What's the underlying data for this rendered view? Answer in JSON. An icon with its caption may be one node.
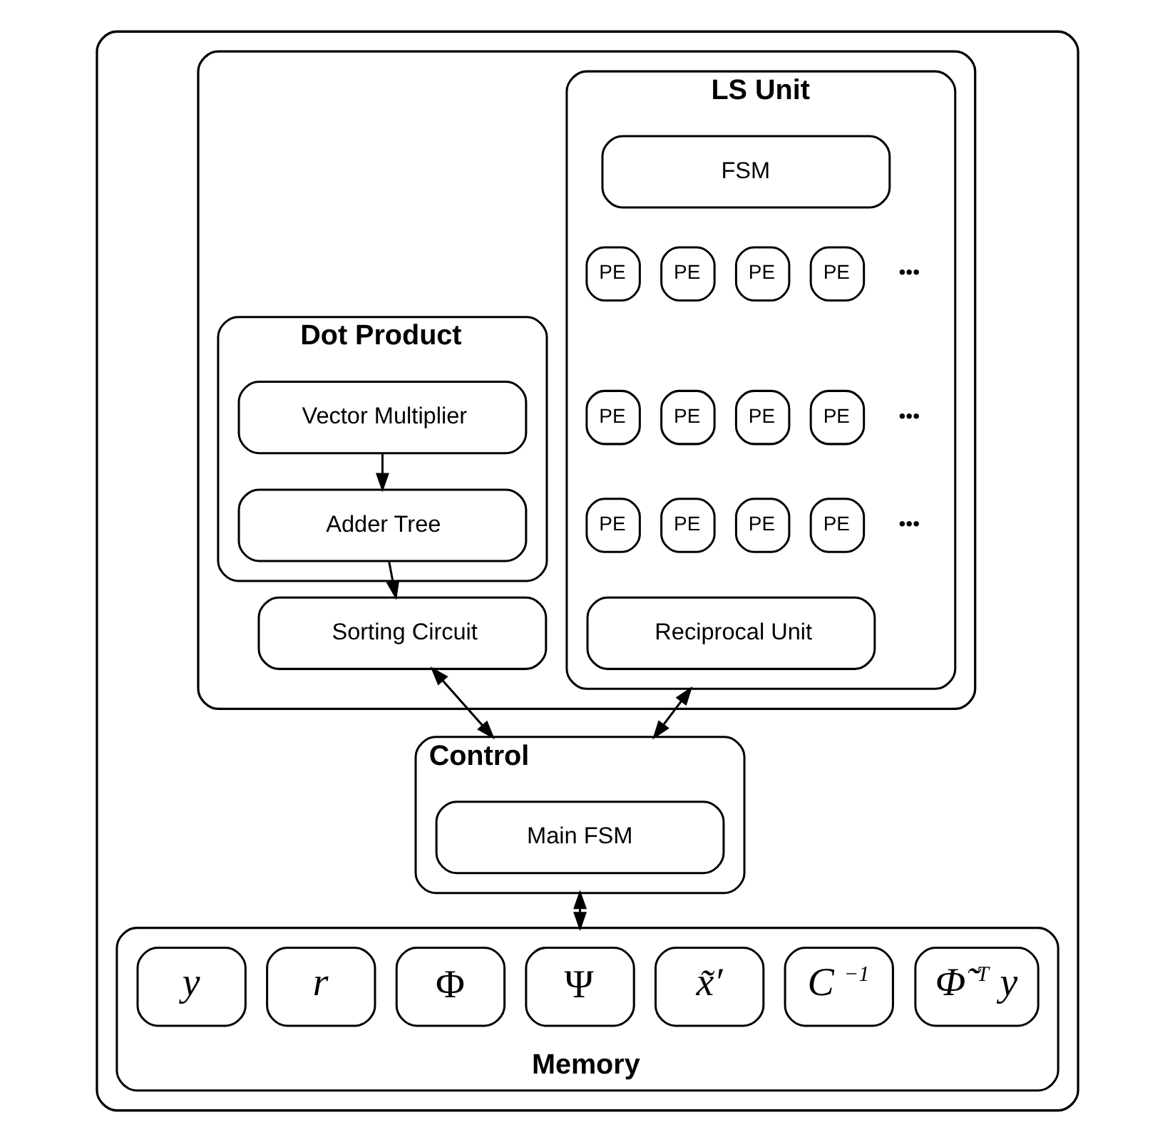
{
  "diagram": {
    "nodes": [
      {
        "text": [],
        "shape": "box"
      },
      {
        "text": [],
        "shape": "box",
        "in": 0
      },
      {
        "text": [
          "Dot Product"
        ],
        "in": 1
      },
      {
        "text": [
          "Vector Multiplier"
        ],
        "in": 2
      },
      {
        "text": [
          "Adder Tree"
        ],
        "in": 2
      },
      {
        "text": [
          "Sorting Circuit"
        ],
        "in": 1
      },
      {
        "text": [
          "LS Unit"
        ],
        "in": 1
      },
      {
        "text": [
          "FSM"
        ],
        "in": 6
      },
      {
        "text": [
          "PE"
        ],
        "in": 6
      },
      {
        "text": [
          "PE"
        ],
        "in": 6
      },
      {
        "text": [
          "PE"
        ],
        "in": 6
      },
      {
        "text": [
          "PE"
        ],
        "in": 6
      },
      {
        "text": [
          "PE"
        ],
        "in": 6
      },
      {
        "text": [
          "PE"
        ],
        "in": 6
      },
      {
        "text": [
          "PE"
        ],
        "in": 6
      },
      {
        "text": [
          "PE"
        ],
        "in": 6
      },
      {
        "text": [
          "PE"
        ],
        "in": 6
      },
      {
        "text": [
          "PE"
        ],
        "in": 6
      },
      {
        "text": [
          "PE"
        ],
        "in": 6
      },
      {
        "text": [
          "PE"
        ],
        "in": 6
      },
      {
        "text": [
          "Reciprocal Unit"
        ],
        "in": 6
      },
      {
        "text": [
          "Control"
        ],
        "in": 0
      },
      {
        "text": [
          "Main FSM"
        ],
        "in": 21
      },
      {
        "text": [
          "Memory"
        ],
        "in": 0
      },
      {
        "text": [
          "y"
        ],
        "in": 23
      },
      {
        "text": [
          "r"
        ],
        "in": 23
      },
      {
        "text": [
          "Φ"
        ],
        "in": 23
      },
      {
        "text": [
          "Ψ"
        ],
        "in": 23
      },
      {
        "text": [
          "x̃′"
        ],
        "in": 23
      },
      {
        "text": [
          "C$^{−1}$"
        ],
        "in": 23
      },
      {
        "text": [
          "Φ̃$^{T}$y"
        ],
        "in": 23
      }
    ],
    "edges": [
      {
        "from": 3,
        "to": 4,
        "arrow": "to"
      },
      {
        "from": 4,
        "to": 5,
        "arrow": "to"
      },
      {
        "from": 5,
        "to": 21,
        "arrow": "both"
      },
      {
        "from": 6,
        "to": 21,
        "arrow": "both"
      },
      {
        "from": 21,
        "to": 23,
        "arrow": "both"
      }
    ],
    "labels": [
      "•••",
      "•••",
      "•••"
    ]
  }
}
